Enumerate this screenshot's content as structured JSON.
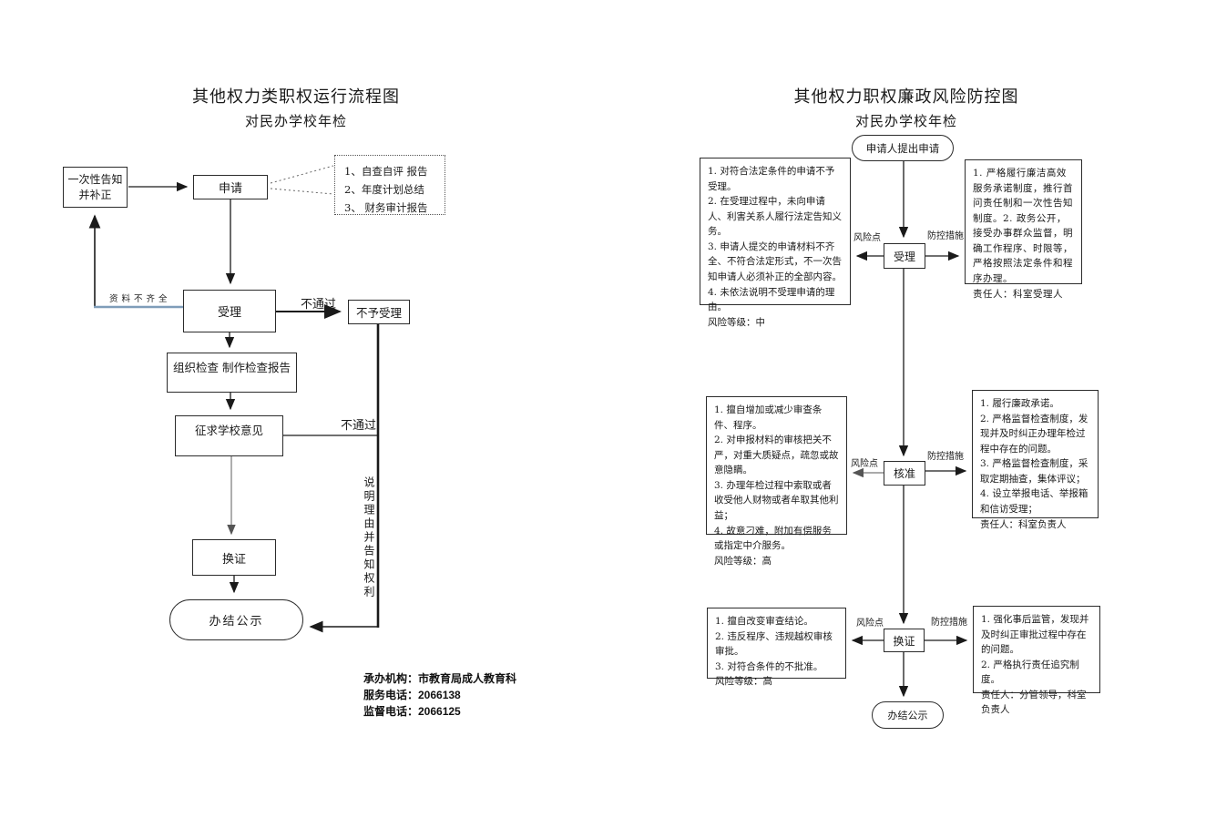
{
  "colors": {
    "line": "#1a1a1a",
    "blue_line": "#7f9db9",
    "gray_line": "#777777"
  },
  "left_chart": {
    "title": "其他权力类职权运行流程图",
    "subtitle": "对民办学校年检",
    "nodes": {
      "notify": "一次性告知\n并补正",
      "apply": "申请",
      "accept": "受理",
      "not_accept": "不予受理",
      "inspect": "组织检查 制作检查报告",
      "consult": "征求学校意见",
      "renew": "换证",
      "publish": "办结公示"
    },
    "docs": [
      "1、自查自评 报告",
      "2、年度计划总结",
      "3、 财务审计报告"
    ],
    "labels": {
      "incomplete": "资料不齐全",
      "fail_accept": "不通过",
      "fail_consult": "不通过",
      "explain": "说明理由并告知权利"
    },
    "footer": {
      "agency": "承办机构：市教育局成人教育科",
      "service_phone": "服务电话：2066138",
      "supervise_phone": "监督电话：2066125"
    }
  },
  "right_chart": {
    "title": "其他权力职权廉政风险防控图",
    "subtitle": "对民办学校年检",
    "nodes": {
      "start": "申请人提出申请",
      "accept": "受理",
      "approve": "核准",
      "renew": "换证",
      "publish": "办结公示"
    },
    "labels": {
      "risk": "风险点",
      "control": "防控措施"
    },
    "risk_boxes": [
      {
        "text": "1. 对符合法定条件的申请不予受理。\n2. 在受理过程中，未向申请人、利害关系人履行法定告知义务。\n3. 申请人提交的申请材料不齐全、不符合法定形式，不一次告知申请人必须补正的全部内容。\n4. 未依法说明不受理申请的理由。\n风险等级：中"
      },
      {
        "text": "1. 擅自增加或减少审查条件、程序。\n2. 对申报材料的审核把关不严，对重大质疑点，疏忽或故意隐瞒。\n3. 办理年检过程中索取或者收受他人财物或者牟取其他利益；\n4. 故意刁难，附加有偿服务或指定中介服务。\n风险等级：高"
      },
      {
        "text": "1. 擅自改变审查结论。\n2. 违反程序、违规越权审核审批。\n3. 对符合条件的不批准。\n风险等级：高"
      }
    ],
    "measure_boxes": [
      {
        "text": "1. 严格履行廉洁高效服务承诺制度，推行首问责任制和一次性告知制度。2. 政务公开，接受办事群众监督，明确工作程序、时限等，严格按照法定条件和程序办理。\n责任人：科室受理人"
      },
      {
        "text": "1. 履行廉政承诺。\n2. 严格监督检查制度，发现并及时纠正办理年检过程中存在的问题。\n3. 严格监督检查制度，采取定期抽查，集体评议；\n4. 设立举报电话、举报箱和信访受理；\n责任人：科室负责人"
      },
      {
        "text": "1. 强化事后监管，发现并及时纠正审批过程中存在的问题。\n2. 严格执行责任追究制度。\n责任人：分管领导，科室负责人"
      }
    ]
  }
}
